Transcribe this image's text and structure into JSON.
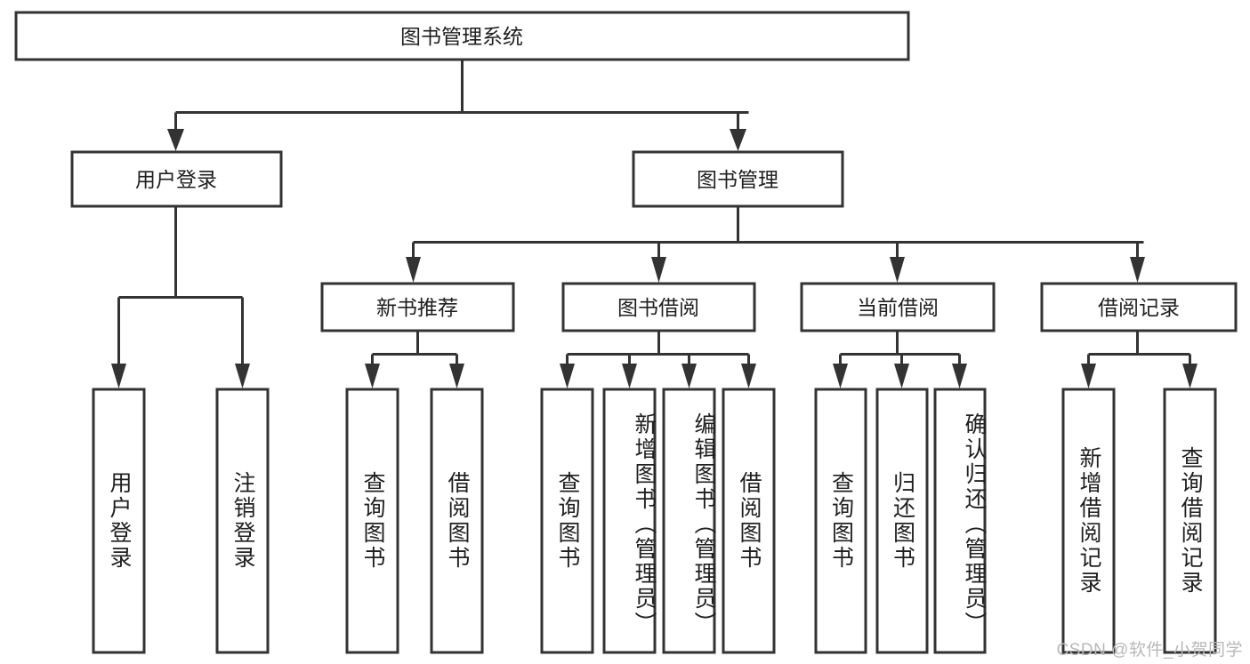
{
  "diagram": {
    "type": "tree-hierarchy",
    "title": "图书管理系统",
    "watermark": "CSDN @软件_小贺同学",
    "colors": {
      "stroke": "#333333",
      "fill": "#ffffff",
      "text": "#1f1f1f",
      "watermark": "#b8b8b8",
      "background": "#ffffff"
    },
    "root": {
      "label": "图书管理系统"
    },
    "level2": [
      {
        "label": "用户登录"
      },
      {
        "label": "图书管理"
      }
    ],
    "level3": [
      {
        "label": "新书推荐"
      },
      {
        "label": "图书借阅"
      },
      {
        "label": "当前借阅"
      },
      {
        "label": "借阅记录"
      }
    ],
    "leaves": {
      "user_login": [
        {
          "label": "用户登录"
        },
        {
          "label": "注销登录"
        }
      ],
      "new_book_recommend": [
        {
          "label": "查询图书"
        },
        {
          "label": "借阅图书"
        }
      ],
      "book_borrow": [
        {
          "label": "查询图书"
        },
        {
          "label": "新增图书（管理员）"
        },
        {
          "label": "编辑图书（管理员）"
        },
        {
          "label": "借阅图书"
        }
      ],
      "current_borrow": [
        {
          "label": "查询图书"
        },
        {
          "label": "归还图书"
        },
        {
          "label": "确认归还（管理员）"
        }
      ],
      "borrow_records": [
        {
          "label": "新增借阅记录"
        },
        {
          "label": "查询借阅记录"
        }
      ]
    }
  }
}
